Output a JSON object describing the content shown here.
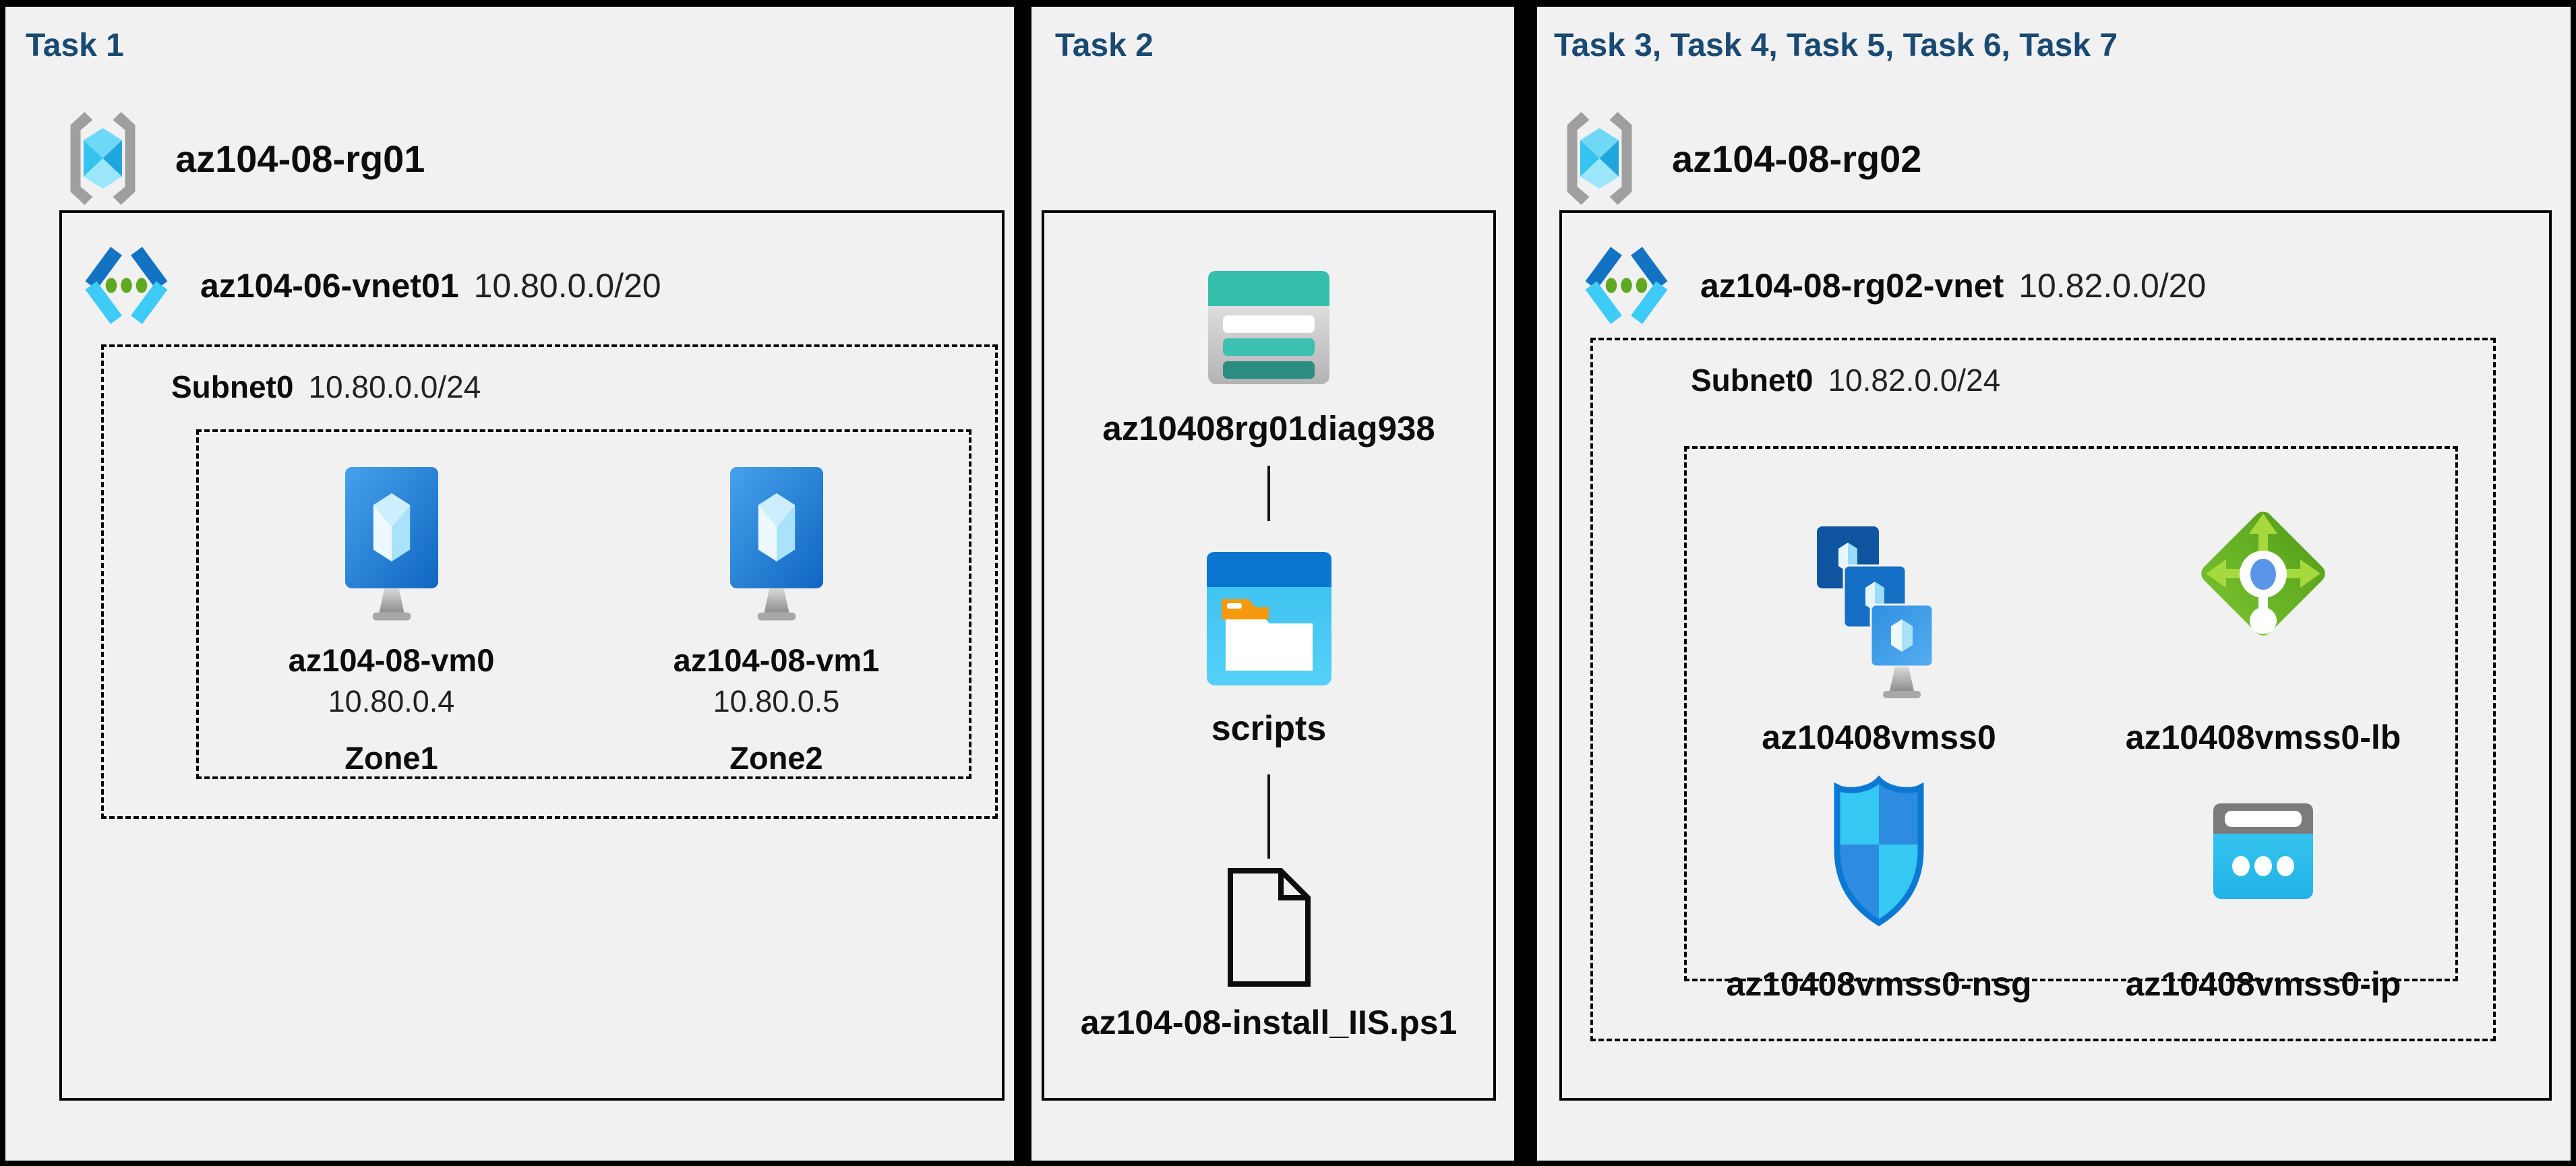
{
  "colors": {
    "background": "#000000",
    "panel_background": "#f1f1f2",
    "task_title": "#1a4a72",
    "label_text": "#0d0d0d",
    "vnet_blue": "#1273c3",
    "vnet_cyan": "#3ecbf7",
    "vnet_dot_green": "#60a81f",
    "vm_blue": "#1a74cc",
    "storage_teal": "#37bfae",
    "storage_dark_teal": "#2b8d80",
    "folder_header_blue": "#0b76cf",
    "folder_body_cyan": "#3fc3f0",
    "lb_green": "#5ea51e",
    "nsg_cyan": "#35c8f3",
    "nsg_blue": "#2e8ce0",
    "ip_cyan": "#2cc3ef",
    "ip_gray": "#7b7b7b"
  },
  "icons": {
    "resource_group": "bracketed-cube",
    "virtual_network": "chevrons-with-dots",
    "virtual_machine": "monitor-with-crystal",
    "storage_account": "teal-table",
    "blob_container": "window-folder",
    "file": "document-outline",
    "vm_scale_set": "stacked-monitors",
    "load_balancer": "green-diamond-arrows",
    "network_security_group": "quartered-shield",
    "public_ip": "browser-dots"
  },
  "panels": {
    "task1": {
      "title": "Task 1",
      "resource_group": {
        "name": "az104-08-rg01"
      },
      "vnet": {
        "name": "az104-06-vnet01",
        "cidr": "10.80.0.0/20"
      },
      "subnet": {
        "name": "Subnet0",
        "cidr": "10.80.0.0/24"
      },
      "vms": [
        {
          "name": "az104-08-vm0",
          "ip": "10.80.0.4",
          "zone": "Zone1"
        },
        {
          "name": "az104-08-vm1",
          "ip": "10.80.0.5",
          "zone": "Zone2"
        }
      ]
    },
    "task2": {
      "title": "Task 2",
      "storage_account": "az10408rg01diag938",
      "container": "scripts",
      "file": "az104-08-install_IIS.ps1"
    },
    "task3": {
      "title": "Task 3, Task 4, Task 5, Task 6, Task 7",
      "resource_group": {
        "name": "az104-08-rg02"
      },
      "vnet": {
        "name": "az104-08-rg02-vnet",
        "cidr": "10.82.0.0/20"
      },
      "subnet": {
        "name": "Subnet0",
        "cidr": "10.82.0.0/24"
      },
      "resources": [
        {
          "name": "az10408vmss0",
          "type": "vm-scale-set"
        },
        {
          "name": "az10408vmss0-lb",
          "type": "load-balancer"
        },
        {
          "name": "az10408vmss0-nsg",
          "type": "network-security-group"
        },
        {
          "name": "az10408vmss0-ip",
          "type": "public-ip"
        }
      ]
    }
  }
}
